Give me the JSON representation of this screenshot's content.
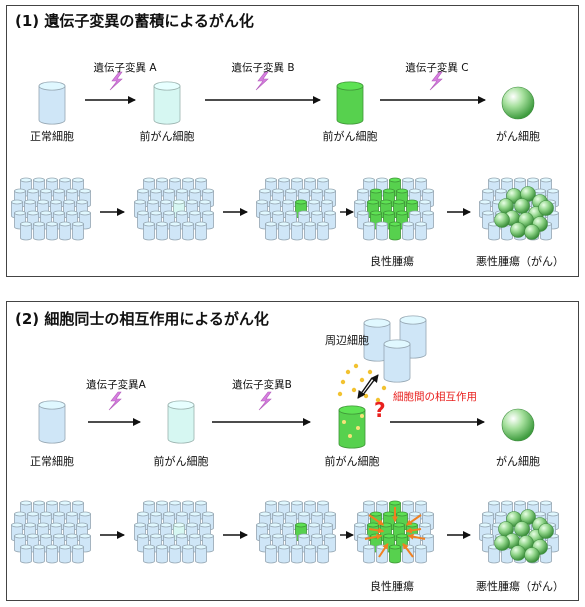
{
  "panel1": {
    "title": "(1) 遺伝子変異の蓄積によるがん化",
    "mutations": [
      "遺伝子変異 A",
      "遺伝子変異 B",
      "遺伝子変異 C"
    ],
    "stages": [
      "正常細胞",
      "前がん細胞",
      "前がん細胞",
      "がん細胞"
    ],
    "tissue_labels": [
      "良性腫瘍",
      "悪性腫瘍（がん）"
    ]
  },
  "panel2": {
    "title": "(2) 細胞同士の相互作用によるがん化",
    "mutations": [
      "遺伝子変異A",
      "遺伝子変異B"
    ],
    "stages": [
      "正常細胞",
      "前がん細胞",
      "前がん細胞",
      "がん細胞"
    ],
    "surrounding_label": "周辺細胞",
    "interaction_label": "細胞間の相互作用",
    "question_mark": "?",
    "tissue_labels": [
      "良性腫瘍",
      "悪性腫瘍（がん）"
    ]
  },
  "colors": {
    "normal_cell": "#cfe6f7",
    "precancer_light": "#d6f7f2",
    "precancer_green": "#57d14e",
    "cancer_sphere": "#6cc46c",
    "lightning": "#d77ee0",
    "interaction_text": "#e8201e",
    "arrow_orange": "#f08020"
  }
}
